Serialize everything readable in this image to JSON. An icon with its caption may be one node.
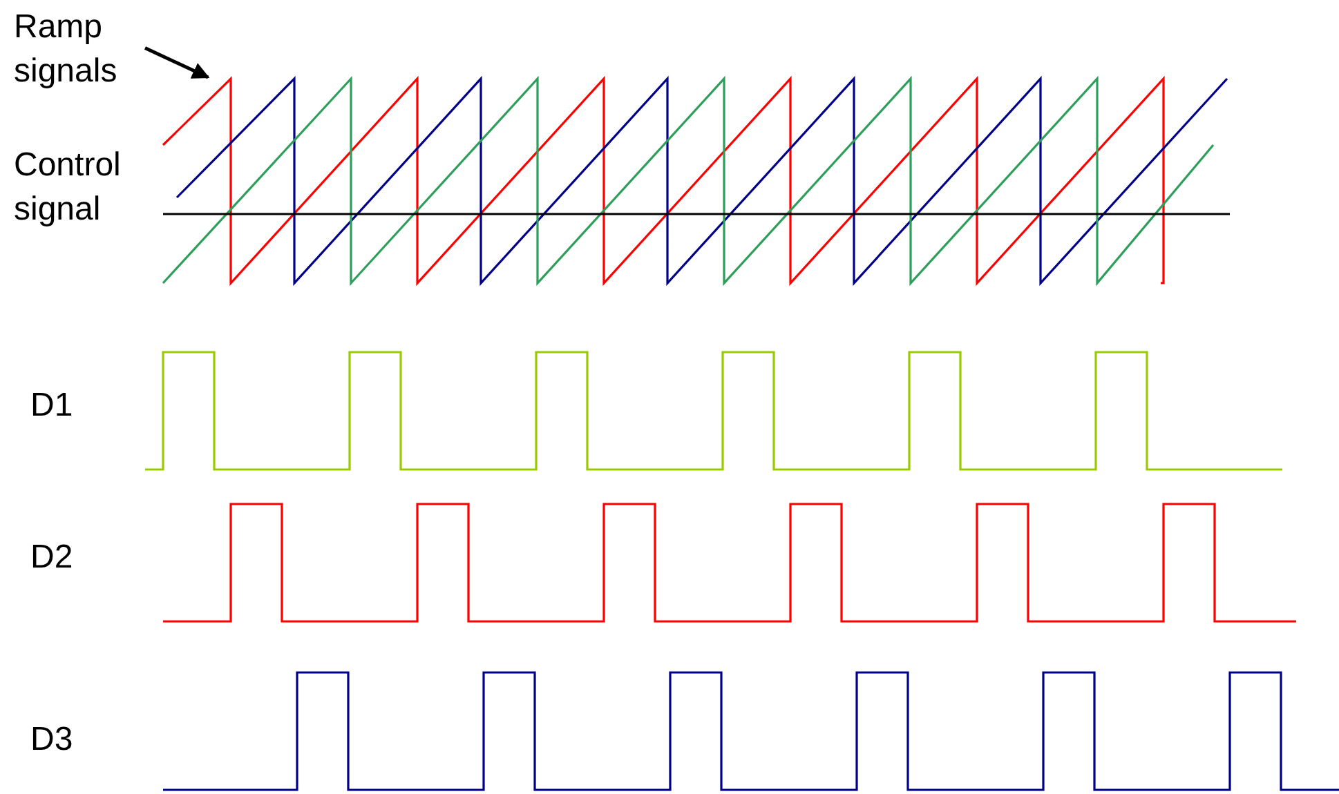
{
  "diagram": {
    "nodes": [
      {
        "text": [
          "Ramp signals"
        ]
      },
      {
        "text": [],
        "shape": "line"
      }
    ],
    "edges": [
      {
        "from": 0,
        "to": 1,
        "arrow": "to"
      }
    ],
    "labels": [
      "Control signal",
      "D1",
      "D2",
      "D3"
    ]
  }
}
